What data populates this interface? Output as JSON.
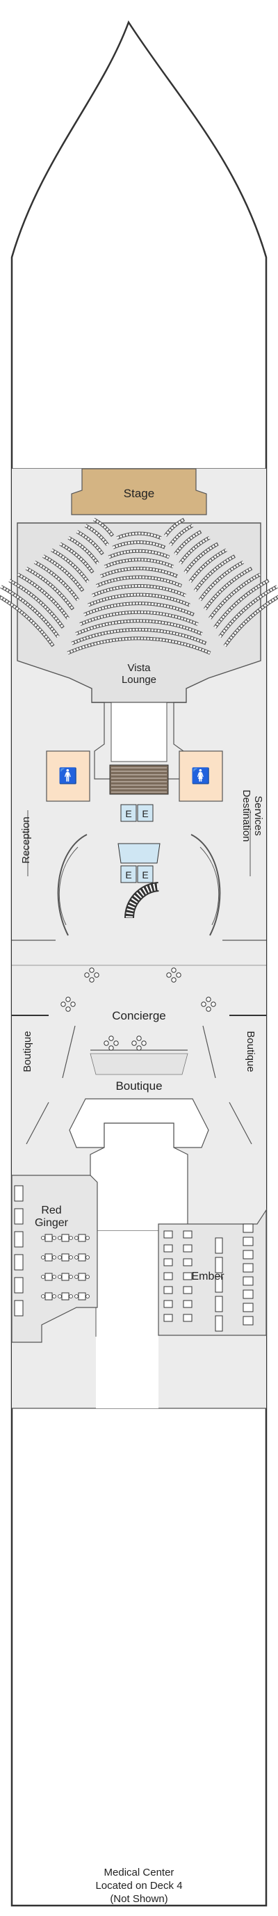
{
  "map": {
    "venues": {
      "stage": "Stage",
      "vista_lounge_line1": "Vista",
      "vista_lounge_line2": "Lounge",
      "reception": "Reception",
      "destination_services_line1": "Destination",
      "destination_services_line2": "Services",
      "concierge": "Concierge",
      "boutique_center": "Boutique",
      "boutique_left": "Boutique",
      "boutique_right": "Boutique",
      "red_ginger_line1": "Red",
      "red_ginger_line2": "Ginger",
      "ember": "Ember"
    },
    "elevator_label": "E",
    "note": {
      "line1": "Medical Center",
      "line2": "Located on Deck 4",
      "line3": "(Not Shown)"
    },
    "colors": {
      "hull_stroke": "#333333",
      "stage_fill": "#d4b483",
      "restroom_fill": "#fbe1c6",
      "elevator_fill": "#cfe6f3",
      "public_area_fill": "#ececec",
      "seat_fill": "#ffffff"
    }
  }
}
